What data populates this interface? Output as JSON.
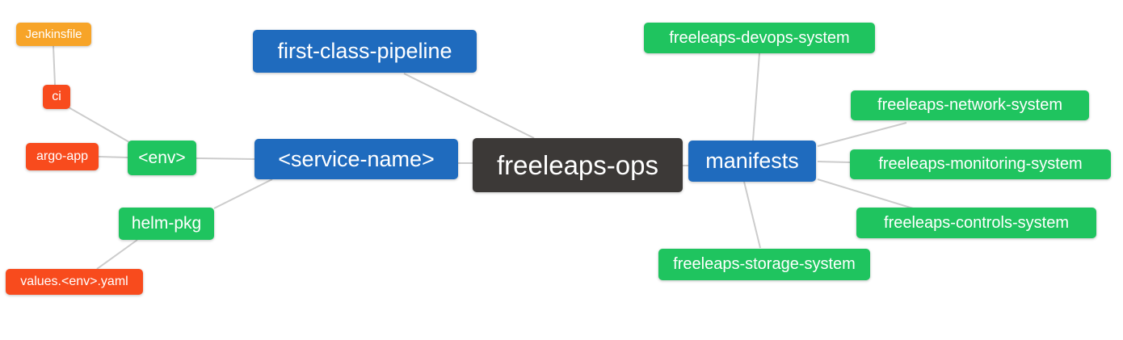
{
  "diagram": {
    "title": "freeleaps-ops mind map",
    "root": "freeleaps-ops",
    "nodes": {
      "jenkinsfile": {
        "label": "Jenkinsfile",
        "color": "orange"
      },
      "ci": {
        "label": "ci",
        "color": "red"
      },
      "argo_app": {
        "label": "argo-app",
        "color": "red"
      },
      "env": {
        "label": "<env>",
        "color": "green"
      },
      "helm_pkg": {
        "label": "helm-pkg",
        "color": "green"
      },
      "values_yaml": {
        "label": "values.<env>.yaml",
        "color": "red"
      },
      "pipeline": {
        "label": "first-class-pipeline",
        "color": "blue"
      },
      "service_name": {
        "label": "<service-name>",
        "color": "blue"
      },
      "ops": {
        "label": "freeleaps-ops",
        "color": "dark"
      },
      "manifests": {
        "label": "manifests",
        "color": "blue"
      },
      "devops": {
        "label": "freeleaps-devops-system",
        "color": "green"
      },
      "network": {
        "label": "freeleaps-network-system",
        "color": "green"
      },
      "monitoring": {
        "label": "freeleaps-monitoring-system",
        "color": "green"
      },
      "controls": {
        "label": "freeleaps-controls-system",
        "color": "green"
      },
      "storage": {
        "label": "freeleaps-storage-system",
        "color": "green"
      }
    },
    "edges": [
      {
        "from": "jenkinsfile",
        "to": "ci"
      },
      {
        "from": "ci",
        "to": "env"
      },
      {
        "from": "argo_app",
        "to": "env"
      },
      {
        "from": "env",
        "to": "service_name"
      },
      {
        "from": "helm_pkg",
        "to": "service_name"
      },
      {
        "from": "values_yaml",
        "to": "helm_pkg"
      },
      {
        "from": "pipeline",
        "to": "ops"
      },
      {
        "from": "service_name",
        "to": "ops"
      },
      {
        "from": "ops",
        "to": "manifests"
      },
      {
        "from": "devops",
        "to": "manifests"
      },
      {
        "from": "manifests",
        "to": "network"
      },
      {
        "from": "manifests",
        "to": "monitoring"
      },
      {
        "from": "manifests",
        "to": "controls"
      },
      {
        "from": "manifests",
        "to": "storage"
      }
    ],
    "colors": {
      "blue": "#1f6bbe",
      "green": "#1fc45f",
      "orange": "#f7a428",
      "red": "#f84b1d",
      "dark": "#3c3937",
      "line": "#cccccc",
      "text": "#ffffff"
    }
  }
}
